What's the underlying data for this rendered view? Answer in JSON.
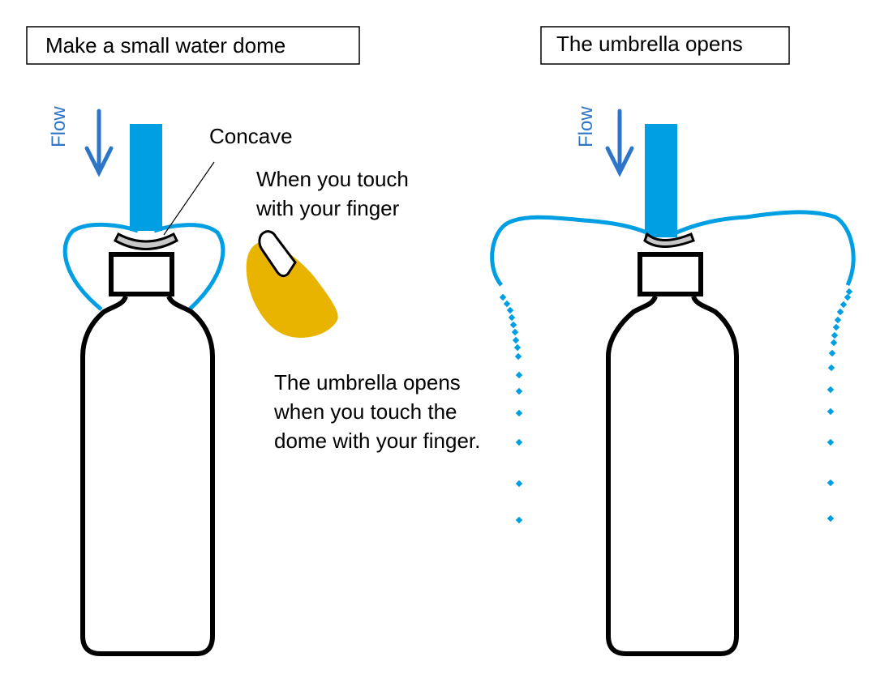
{
  "colors": {
    "water": "#009fe3",
    "flow_text": "#2e75c8",
    "finger": "#e8b400",
    "outline": "#000000",
    "cup_fill": "#c8c8c8"
  },
  "left_panel": {
    "title": "Make a small water dome",
    "flow_label": "Flow",
    "concave_label": "Concave",
    "touch_label_line1": "When you touch",
    "touch_label_line2": "with your finger",
    "explanation_line1": "The umbrella opens",
    "explanation_line2": "when you touch the",
    "explanation_line3": "dome with your finger."
  },
  "right_panel": {
    "title": "The umbrella opens",
    "flow_label": "Flow"
  }
}
